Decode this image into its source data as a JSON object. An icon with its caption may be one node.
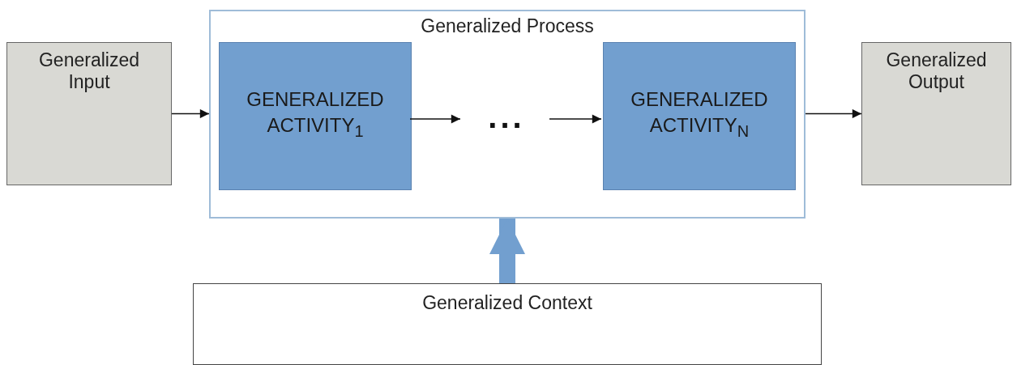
{
  "diagram": {
    "nodes": [
      {
        "text": [
          "Generalized Input"
        ]
      },
      {
        "text": [
          "Generalized Process"
        ]
      },
      {
        "text": [
          "GENERALIZED ACTIVITY$_{1}$"
        ],
        "in": 1
      },
      {
        "text": [
          "..."
        ],
        "in": 1
      },
      {
        "text": [
          "GENERALIZED ACTIVITY$_{N}$"
        ],
        "in": 1
      },
      {
        "text": [
          "Generalized Output"
        ]
      },
      {
        "text": [
          "Generalized Context"
        ]
      }
    ],
    "edges": [
      {
        "from": 0,
        "to": 1,
        "arrow": "to"
      },
      {
        "from": 2,
        "to": 3,
        "arrow": "to"
      },
      {
        "from": 3,
        "to": 4,
        "arrow": "to"
      },
      {
        "from": 1,
        "to": 5,
        "arrow": "to"
      },
      {
        "from": 6,
        "to": 1,
        "arrow": "to",
        "style": "thick",
        "color": "#729fcf"
      }
    ]
  }
}
